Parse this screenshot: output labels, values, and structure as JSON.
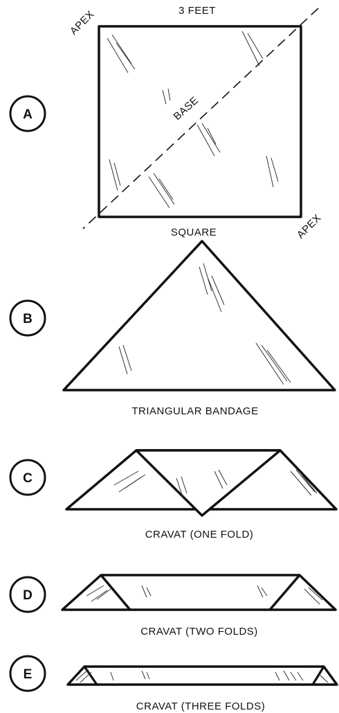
{
  "figures": [
    {
      "id": "A",
      "caption": "SQUARE",
      "labels": {
        "top": "3 FEET",
        "apex_left": "APEX",
        "apex_right": "APEX",
        "base": "BASE"
      }
    },
    {
      "id": "B",
      "caption": "TRIANGULAR BANDAGE"
    },
    {
      "id": "C",
      "caption": "CRAVAT (ONE FOLD)"
    },
    {
      "id": "D",
      "caption": "CRAVAT (TWO FOLDS)"
    },
    {
      "id": "E",
      "caption": "CRAVAT (THREE FOLDS)"
    }
  ]
}
